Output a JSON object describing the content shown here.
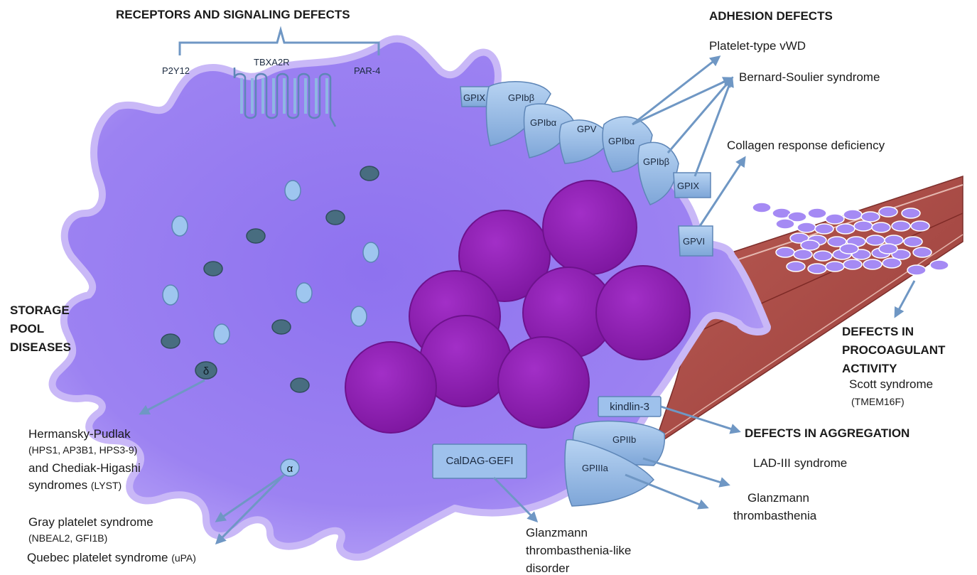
{
  "headings": {
    "receptors": "RECEPTORS AND SIGNALING DEFECTS",
    "adhesion": "ADHESION DEFECTS",
    "storage": [
      "STORAGE",
      "POOL",
      "DISEASES"
    ],
    "procoagulant": [
      "DEFECTS IN",
      "PROCOAGULANT",
      "ACTIVITY"
    ],
    "aggregation": "DEFECTS IN AGGREGATION"
  },
  "receptors": {
    "p2y12": "P2Y12",
    "tbxa2r": "TBXA2R",
    "par4": "PAR-4"
  },
  "gp_labels": {
    "gpix_top": "GPIX",
    "gpibb_top": "GPIbβ",
    "gpiba_top": "GPIbα",
    "gpv": "GPV",
    "gpiba_mid": "GPIbα",
    "gpibb_mid": "GPIbβ",
    "gpix_mid": "GPIX",
    "gpvi": "GPVI",
    "gpiib": "GPIIb",
    "gpiiia": "GPIIIa"
  },
  "proteins": {
    "kindlin": "kindlin-3",
    "caldag": "CalDAG-GEFI"
  },
  "granules": {
    "delta": "δ",
    "alpha": "α"
  },
  "adhesion_items": {
    "vwd": "Platelet-type vWD",
    "bss": "Bernard-Soulier syndrome",
    "collagen": "Collagen response deficiency"
  },
  "procoagulant_items": {
    "scott": "Scott syndrome",
    "gene": "(TMEM16F)"
  },
  "aggregation_items": {
    "lad": "LAD-III syndrome",
    "glanzmann": [
      "Glanzmann",
      "thrombasthenia"
    ],
    "glanzmann_like": [
      "Glanzmann",
      "thrombasthenia-like",
      "disorder"
    ]
  },
  "storage_items": {
    "hermansky": {
      "name": "Hermansky-Pudlak",
      "genes": "(HPS1, AP3B1, HPS3-9)"
    },
    "chediak": {
      "name1": "and Chediak-Higashi",
      "name2": "syndromes",
      "genes": "(LYST)"
    },
    "gray": {
      "name": "Gray platelet syndrome",
      "genes": "(NBEAL2, GFI1B)"
    },
    "quebec": {
      "name": "Quebec platelet syndrome",
      "genes": "(uPA)"
    }
  },
  "colors": {
    "platelet": "#9b7ff0",
    "platelet_edge": "#c9b8f7",
    "granule_dark": "#8c1cb3",
    "vesicle_light": "#9ec6ef",
    "vesicle_dark": "#486d80",
    "gp_blue": "#8fb6e4",
    "arrow": "#6f97c4",
    "vessel": "#a84c48"
  }
}
